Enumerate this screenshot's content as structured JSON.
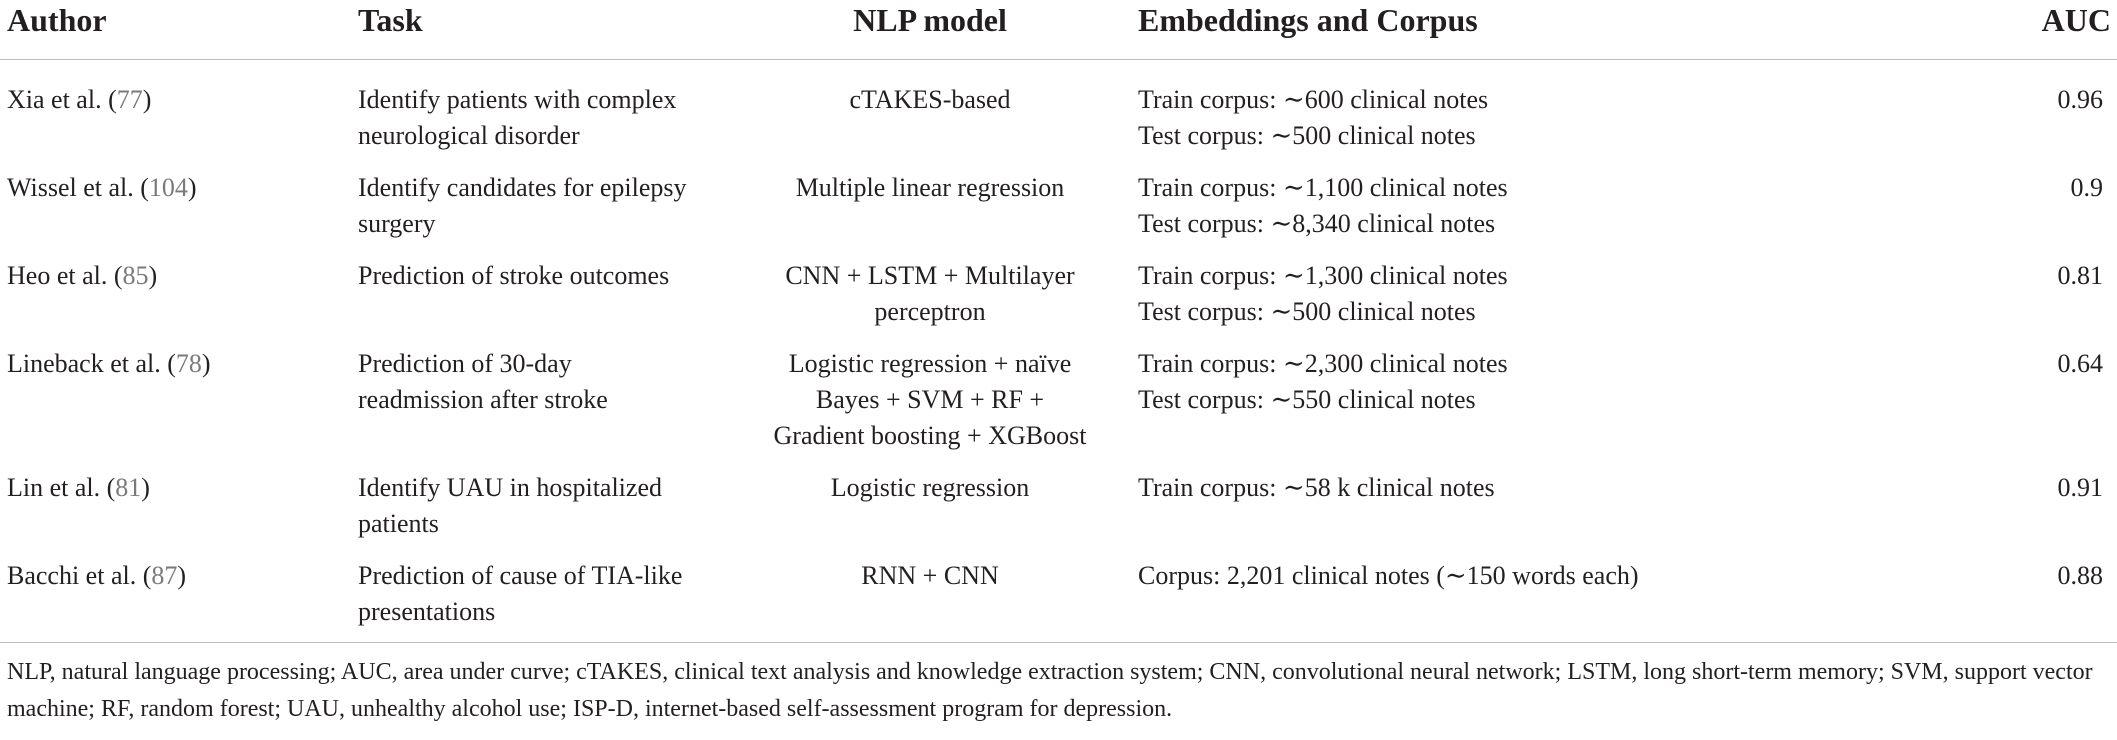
{
  "table": {
    "headers": {
      "author": "Author",
      "task": "Task",
      "model": "NLP model",
      "embeddings": "Embeddings and Corpus",
      "auc": "AUC"
    },
    "rows": [
      {
        "author": "Xia et al. (",
        "ref": "77",
        "author_close": ")",
        "task": "Identify patients with complex neurological disorder",
        "model": "cTAKES-based",
        "embeddings": [
          "Train corpus: ∼600 clinical notes",
          "Test corpus: ∼500 clinical notes"
        ],
        "auc": "0.96"
      },
      {
        "author": "Wissel et al. (",
        "ref": "104",
        "author_close": ")",
        "task": "Identify candidates for epilepsy surgery",
        "model": "Multiple linear regression",
        "embeddings": [
          "Train corpus: ∼1,100 clinical notes",
          "Test corpus: ∼8,340 clinical notes"
        ],
        "auc": "0.9"
      },
      {
        "author": "Heo et al. (",
        "ref": "85",
        "author_close": ")",
        "task": "Prediction of stroke outcomes",
        "model": "CNN + LSTM + Multilayer perceptron",
        "embeddings": [
          "Train corpus: ∼1,300 clinical notes",
          "Test corpus: ∼500 clinical notes"
        ],
        "auc": "0.81"
      },
      {
        "author": "Lineback et al. (",
        "ref": "78",
        "author_close": ")",
        "task": "Prediction of 30-day readmission after stroke",
        "model": "Logistic regression + naïve Bayes + SVM + RF + Gradient boosting + XGBoost",
        "embeddings": [
          "Train corpus: ∼2,300 clinical notes",
          "Test corpus: ∼550 clinical notes"
        ],
        "auc": "0.64"
      },
      {
        "author": "Lin et al. (",
        "ref": "81",
        "author_close": ")",
        "task": "Identify UAU in hospitalized patients",
        "model": "Logistic regression",
        "embeddings": [
          "Train corpus: ∼58 k clinical notes"
        ],
        "auc": "0.91"
      },
      {
        "author": "Bacchi et al. (",
        "ref": "87",
        "author_close": ")",
        "task": "Prediction of cause of TIA-like presentations",
        "model": "RNN + CNN",
        "embeddings": [
          "Corpus: 2,201 clinical notes (∼150 words each)"
        ],
        "auc": "0.88"
      }
    ]
  },
  "footnote": "NLP, natural language processing; AUC, area under curve; cTAKES, clinical text analysis and knowledge extraction system; CNN, convolutional neural network; LSTM, long short-term memory; SVM, support vector machine; RF, random forest; UAU, unhealthy alcohol use; ISP-D, internet-based self-assessment program for depression."
}
